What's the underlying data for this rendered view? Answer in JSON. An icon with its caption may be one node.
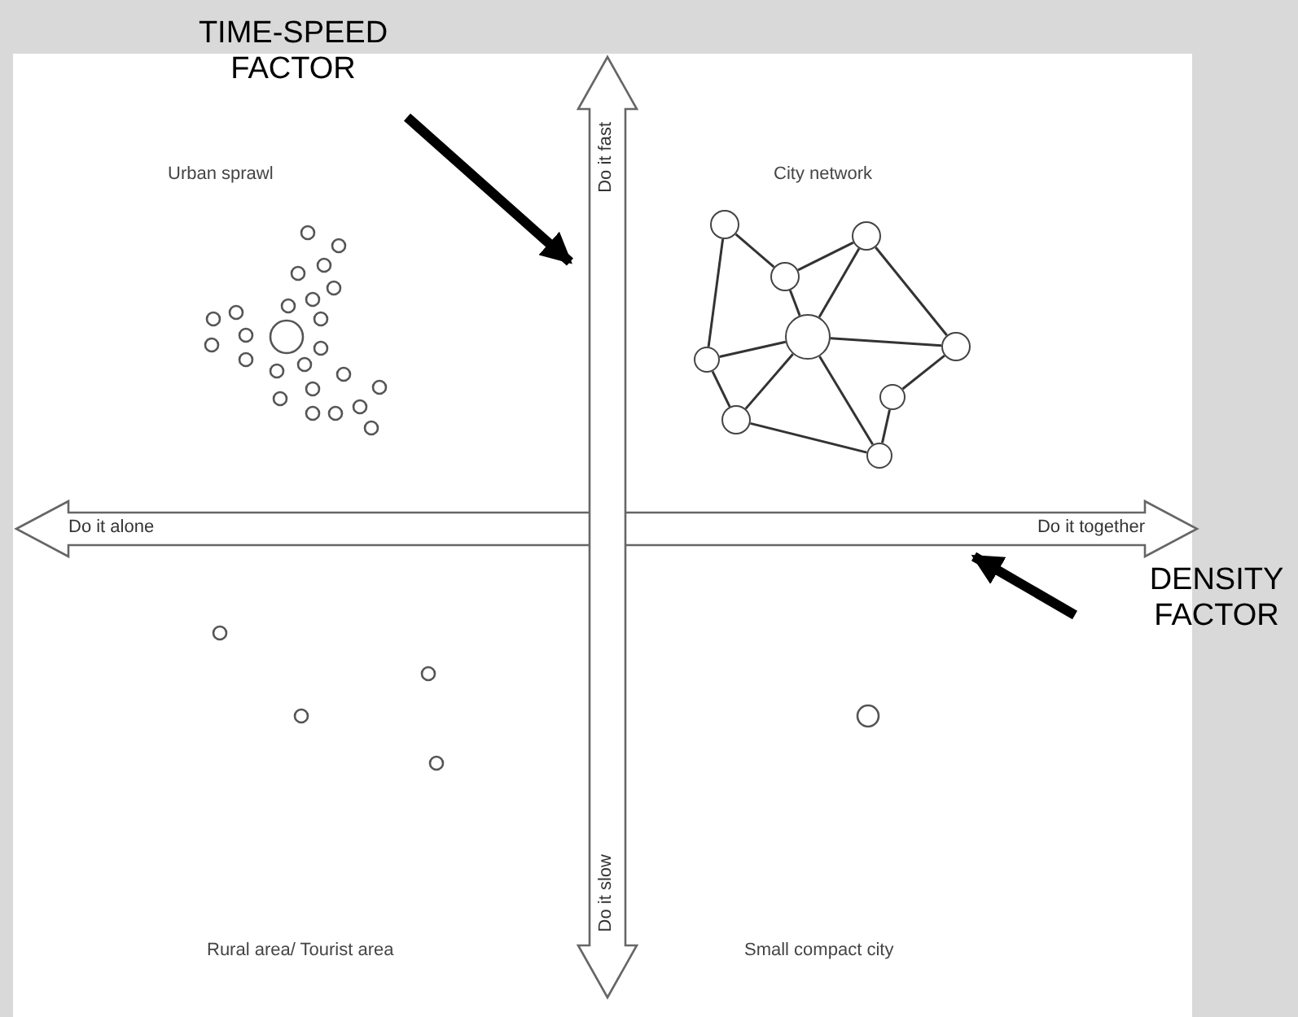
{
  "diagram": {
    "nodes": [
      {
        "text": [
          "TIME-SPEED FACTOR"
        ]
      },
      {
        "text": [
          "Do it fast",
          "Do it slow"
        ]
      },
      {
        "text": [
          "Do it alone",
          "Do it together"
        ]
      },
      {
        "text": [
          "DENSITY FACTOR"
        ]
      },
      {
        "text": [],
        "shape": "circle"
      },
      {
        "text": [],
        "shape": "circle"
      },
      {
        "text": [],
        "shape": "circle"
      },
      {
        "text": [],
        "shape": "circle"
      },
      {
        "text": [],
        "shape": "circle"
      },
      {
        "text": [],
        "shape": "circle"
      },
      {
        "text": [],
        "shape": "circle"
      },
      {
        "text": [],
        "shape": "circle"
      },
      {
        "text": [],
        "shape": "circle"
      }
    ],
    "edges": [
      {
        "from": 0,
        "to": 1,
        "arrow": "to",
        "style": "thick",
        "color": "#000000"
      },
      {
        "from": 3,
        "to": 2,
        "arrow": "to",
        "style": "thick",
        "color": "#000000"
      },
      {
        "from": 4,
        "to": 5,
        "arrow": "none"
      },
      {
        "from": 5,
        "to": 7,
        "arrow": "none"
      },
      {
        "from": 4,
        "to": 9,
        "arrow": "none"
      },
      {
        "from": 6,
        "to": 5,
        "arrow": "none"
      },
      {
        "from": 6,
        "to": 7,
        "arrow": "none"
      },
      {
        "from": 6,
        "to": 8,
        "arrow": "none"
      },
      {
        "from": 7,
        "to": 8,
        "arrow": "none"
      },
      {
        "from": 9,
        "to": 7,
        "arrow": "none"
      },
      {
        "from": 11,
        "to": 7,
        "arrow": "none"
      },
      {
        "from": 7,
        "to": 12,
        "arrow": "none"
      },
      {
        "from": 9,
        "to": 11,
        "arrow": "none"
      },
      {
        "from": 11,
        "to": 12,
        "arrow": "none"
      },
      {
        "from": 8,
        "to": 10,
        "arrow": "none"
      },
      {
        "from": 10,
        "to": 12,
        "arrow": "none"
      }
    ],
    "labels": [
      "Urban sprawl",
      "City network",
      "Rural area/ Tourist area",
      "Small compact city"
    ]
  }
}
